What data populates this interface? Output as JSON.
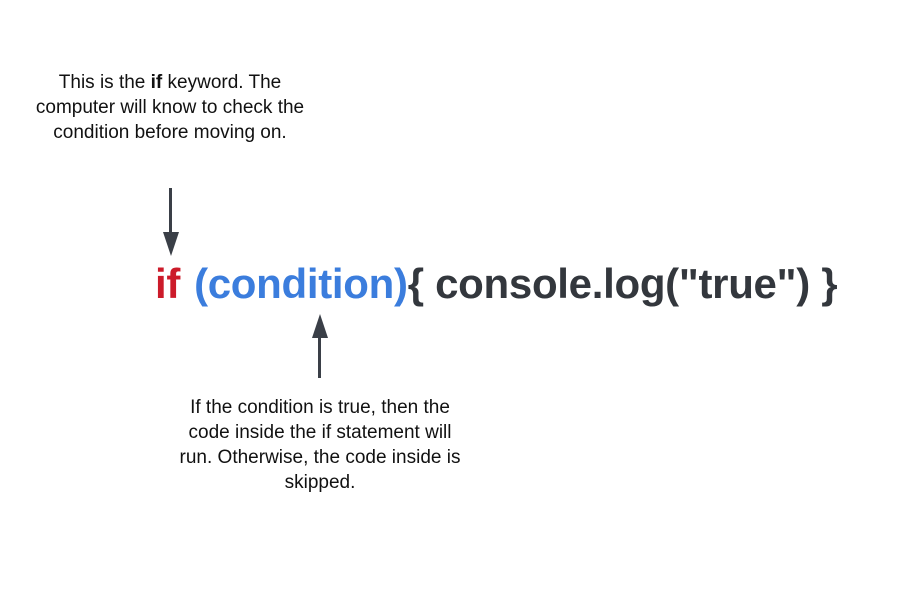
{
  "annotations": {
    "top": {
      "before": "This is the ",
      "bold": "if",
      "after": " keyword. The computer will know to check the condition before moving on."
    },
    "bottom": "If the condition is true, then the code inside the if statement will run. Otherwise, the code inside is skipped."
  },
  "code": {
    "keyword": "if",
    "condition": "(condition)",
    "body": "{ console.log(\"true\") }"
  },
  "colors": {
    "keyword": "#cc1b2a",
    "condition": "#3b7ddd",
    "body": "#33373d",
    "arrow": "#3a3f47"
  },
  "arrows": [
    {
      "name": "down-arrow",
      "points_to": "if"
    },
    {
      "name": "up-arrow",
      "points_to": "(condition)"
    }
  ]
}
